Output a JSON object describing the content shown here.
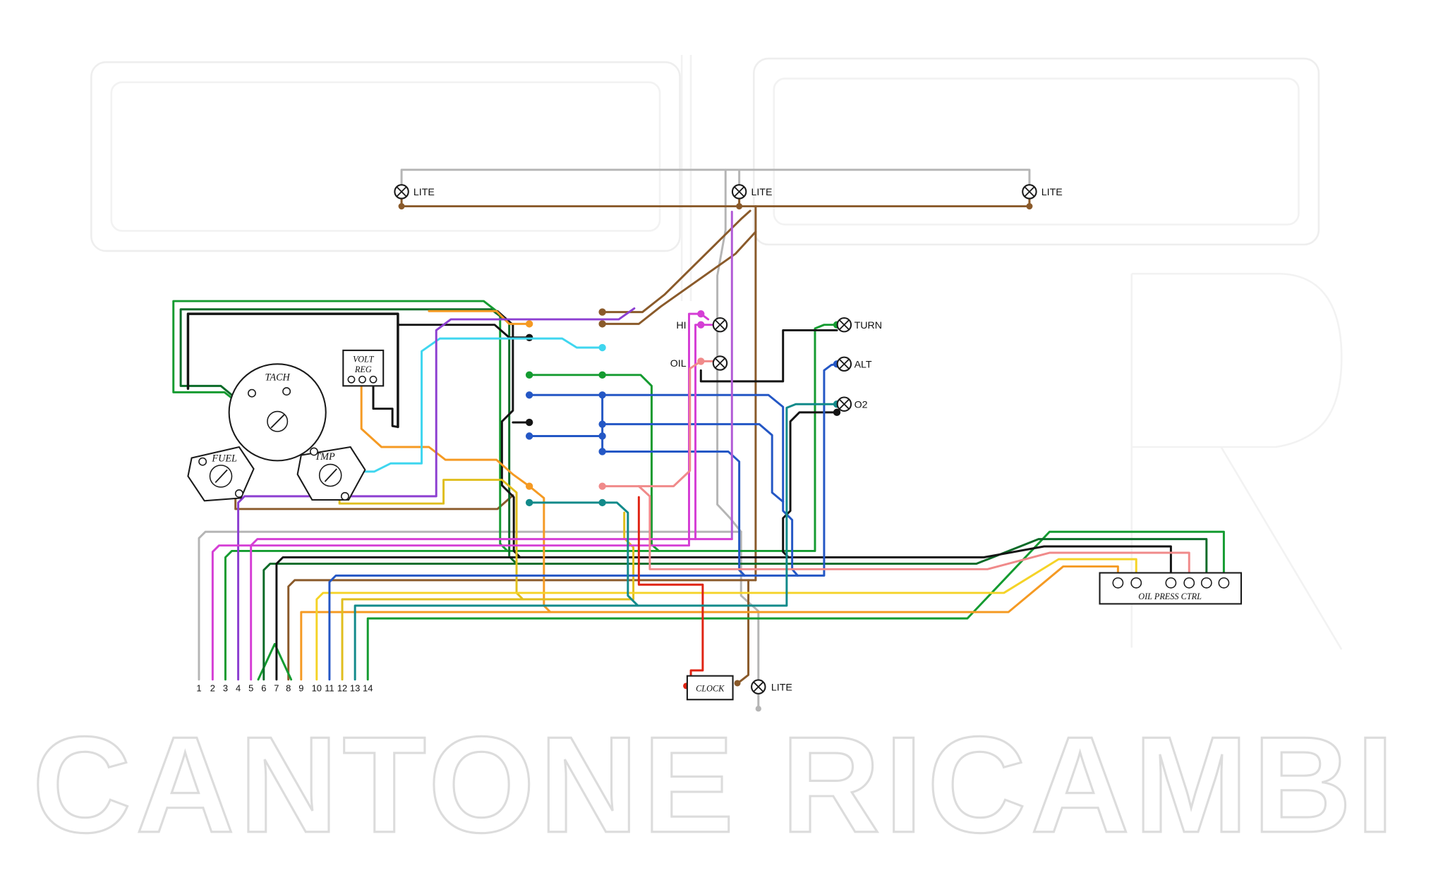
{
  "diagram": {
    "watermark": "CANTONE RICAMBI",
    "labels": {
      "lite": "LITE",
      "hi": "HI",
      "oil": "OIL",
      "turn": "TURN",
      "alt": "ALT",
      "o2": "O2",
      "tach": "TACH",
      "fuel": "FUEL",
      "tmp": "TMP",
      "volt_reg_1": "VOLT",
      "volt_reg_2": "REG",
      "clock": "CLOCK",
      "oil_press_ctrl": "OIL PRESS CTRL"
    },
    "terminals": [
      "1",
      "2",
      "3",
      "4",
      "5",
      "6",
      "7",
      "8",
      "9",
      "10",
      "11",
      "12",
      "13",
      "14"
    ],
    "colors": {
      "green": "#149b30",
      "dark_green": "#0b6b28",
      "brown": "#8a5a2a",
      "black": "#141414",
      "orange": "#f59a23",
      "gold": "#e0be1d",
      "yellow": "#f5d327",
      "cyan": "#3fd6ef",
      "blue": "#2457c5",
      "purple": "#8d3fd1",
      "magenta": "#d53ed5",
      "violet": "#b15ad6",
      "salmon": "#f08a8a",
      "red": "#e02414",
      "teal": "#128a8a",
      "gray": "#b5b5b5"
    }
  }
}
